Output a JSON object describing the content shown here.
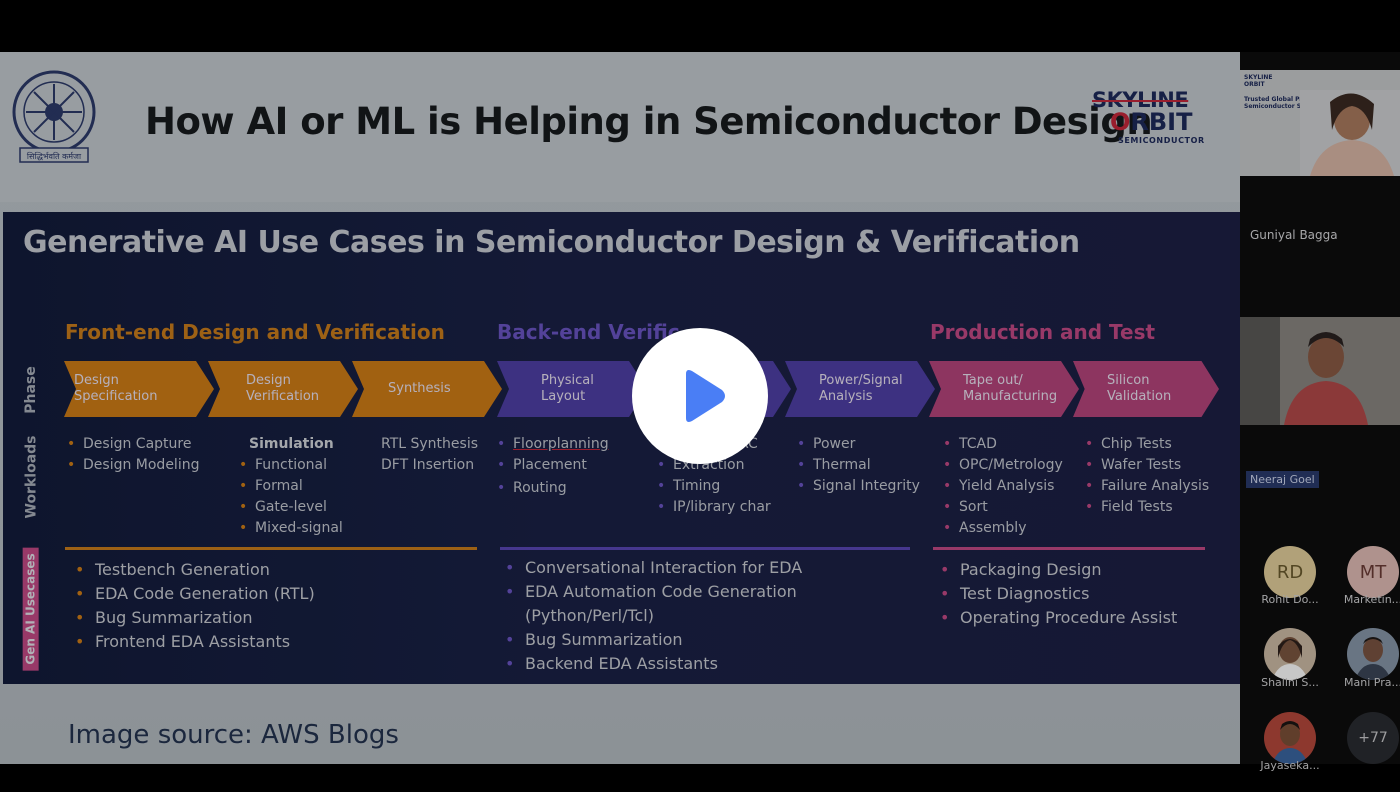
{
  "slide": {
    "title": "How AI or ML is Helping in Semiconductor Design",
    "logo_right": {
      "line1": "SKYLINE",
      "line2_o": "O",
      "line2_rest": "RBIT",
      "line3": "SEMICONDUCTOR"
    },
    "logo_left_caption": "सिद्धिर्भवति कर्मजा",
    "source": "Image source: AWS Blogs"
  },
  "diagram": {
    "title": "Generative AI Use Cases in Semiconductor Design & Verification",
    "row_labels": {
      "phase": "Phase",
      "workloads": "Workloads",
      "gen": "Gen AI Usecases"
    },
    "phases": {
      "front": "Front-end Design and Verification",
      "back": "Back-end Verific",
      "prod": "Production and Test"
    },
    "chevrons": [
      {
        "l1": "Design",
        "l2": "Specification"
      },
      {
        "l1": "Design",
        "l2": "Verification"
      },
      {
        "l1": "Synthesis",
        "l2": ""
      },
      {
        "l1": "Physical",
        "l2": "Layout"
      },
      {
        "l1": "Power/Signal",
        "l2": "Analysis"
      },
      {
        "l1": "Tape out/",
        "l2": "Manufacturing"
      },
      {
        "l1": "Silicon",
        "l2": "Validation"
      }
    ],
    "workloads": {
      "w1": [
        "Design Capture",
        "Design Modeling"
      ],
      "w2_header": "Simulation",
      "w2": [
        "Functional",
        "Formal",
        "Gate-level",
        "Mixed-signal"
      ],
      "w3": [
        "RTL Synthesis",
        "DFT Insertion"
      ],
      "w4": [
        "Floorplanning",
        "Placement",
        "Routing"
      ],
      "w5": [
        "RC",
        "Extraction",
        "Timing",
        "IP/library char"
      ],
      "w6": [
        "Power",
        "Thermal",
        "Signal Integrity"
      ],
      "w7": [
        "TCAD",
        "OPC/Metrology",
        "Yield Analysis",
        "Sort",
        "Assembly"
      ],
      "w8": [
        "Chip Tests",
        "Wafer Tests",
        "Failure Analysis",
        "Field Tests"
      ]
    },
    "gen": {
      "front": [
        "Testbench Generation",
        "EDA Code Generation (RTL)",
        "Bug Summarization",
        "Frontend EDA Assistants"
      ],
      "back_1": "Conversational Interaction for EDA",
      "back_2": "EDA Automation Code Generation",
      "back_2b": "(Python/Perl/Tcl)",
      "back_3": "Bug Summarization",
      "back_4": "Backend EDA Assistants",
      "prod": [
        "Packaging Design",
        "Test Diagnostics",
        "Operating Procedure Assist"
      ]
    }
  },
  "sidebar": {
    "thumb_text": [
      "SKYLINE",
      "ORBIT",
      "Trusted Global Partner in Process",
      "Semiconductor Solutions"
    ],
    "participant1": "Guniyal Bagga",
    "participant2": "Neeraj Goel",
    "avatars": [
      {
        "initials": "RD",
        "name": "Rohit Do...",
        "bg": "#e3cf9c",
        "fg": "#6a5a2e"
      },
      {
        "initials": "MT",
        "name": "Marketin...",
        "bg": "#e0bcb5",
        "fg": "#6b3c36"
      },
      {
        "initials": "",
        "name": "Shalini S...",
        "bg": "#cdbba6",
        "fg": "#3a2f26"
      },
      {
        "initials": "",
        "name": "Mani Pra...",
        "bg": "#8797a8",
        "fg": "#1f2630"
      },
      {
        "initials": "",
        "name": "Jayaseka...",
        "bg": "#b5483c",
        "fg": "#ffffff"
      },
      {
        "initials": "+77",
        "name": "",
        "bg": "#2a2c31",
        "fg": "#c9c9cc"
      }
    ]
  },
  "player": {
    "play_label": "Play"
  }
}
